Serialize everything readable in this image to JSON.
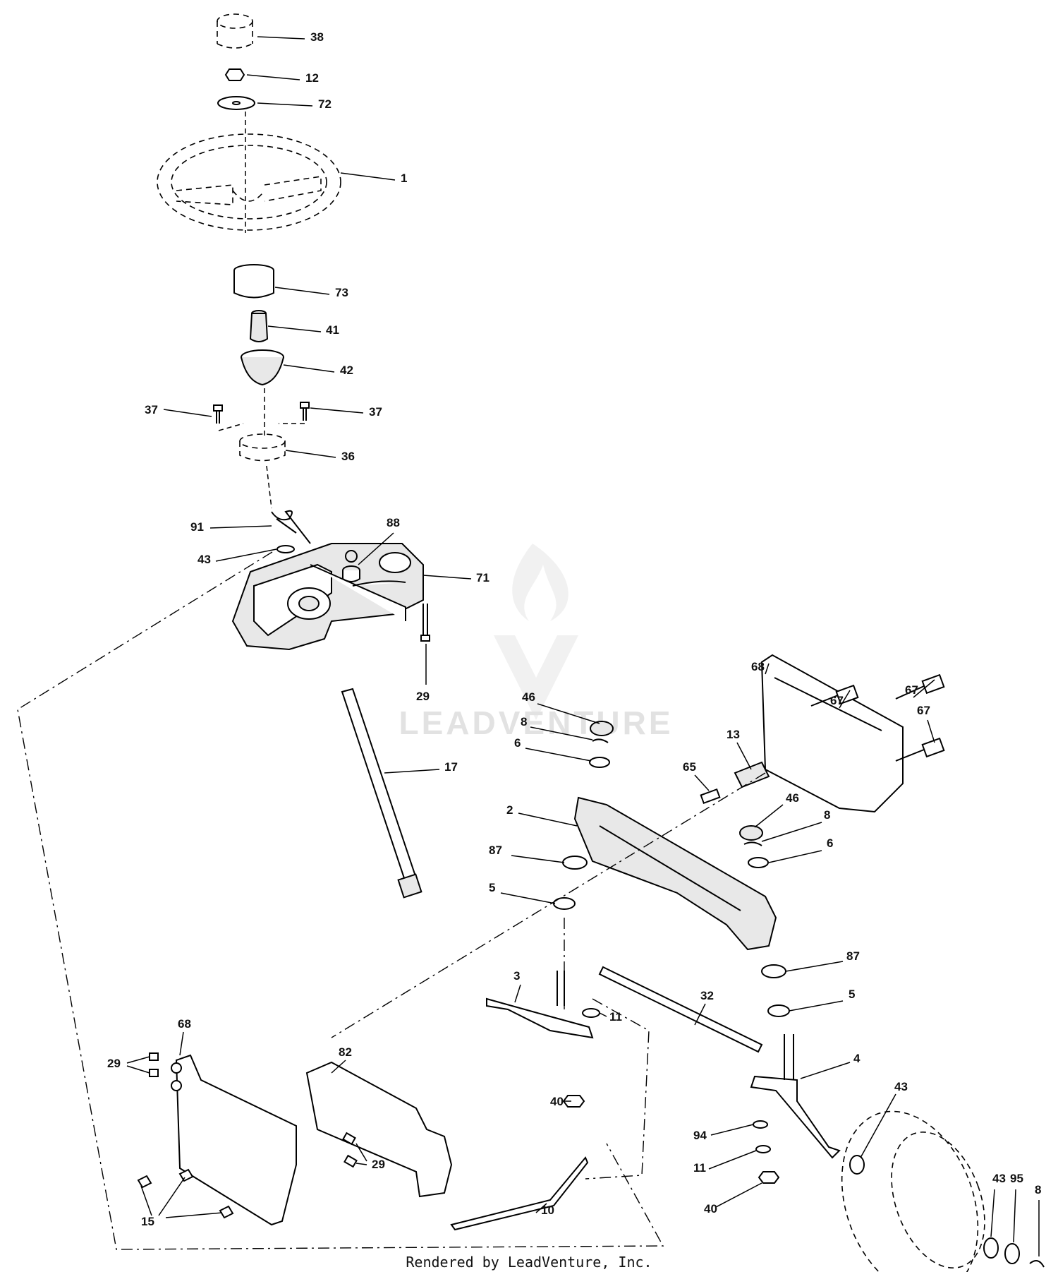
{
  "watermark": {
    "text": "LEADVENTURE"
  },
  "footer": {
    "text": "Rendered by LeadVenture, Inc."
  },
  "callouts": [
    {
      "label": "38"
    },
    {
      "label": "12"
    },
    {
      "label": "72"
    },
    {
      "label": "1"
    },
    {
      "label": "73"
    },
    {
      "label": "41"
    },
    {
      "label": "42"
    },
    {
      "label": "37"
    },
    {
      "label": "37"
    },
    {
      "label": "36"
    },
    {
      "label": "91"
    },
    {
      "label": "88"
    },
    {
      "label": "43"
    },
    {
      "label": "71"
    },
    {
      "label": "29"
    },
    {
      "label": "17"
    },
    {
      "label": "46"
    },
    {
      "label": "8"
    },
    {
      "label": "6"
    },
    {
      "label": "68"
    },
    {
      "label": "67"
    },
    {
      "label": "67"
    },
    {
      "label": "67"
    },
    {
      "label": "13"
    },
    {
      "label": "65"
    },
    {
      "label": "46"
    },
    {
      "label": "8"
    },
    {
      "label": "6"
    },
    {
      "label": "2"
    },
    {
      "label": "87"
    },
    {
      "label": "5"
    },
    {
      "label": "87"
    },
    {
      "label": "5"
    },
    {
      "label": "3"
    },
    {
      "label": "32"
    },
    {
      "label": "11"
    },
    {
      "label": "4"
    },
    {
      "label": "43"
    },
    {
      "label": "68"
    },
    {
      "label": "29"
    },
    {
      "label": "82"
    },
    {
      "label": "40"
    },
    {
      "label": "94"
    },
    {
      "label": "29"
    },
    {
      "label": "11"
    },
    {
      "label": "15"
    },
    {
      "label": "10"
    },
    {
      "label": "40"
    },
    {
      "label": "43"
    },
    {
      "label": "95"
    },
    {
      "label": "8"
    }
  ]
}
